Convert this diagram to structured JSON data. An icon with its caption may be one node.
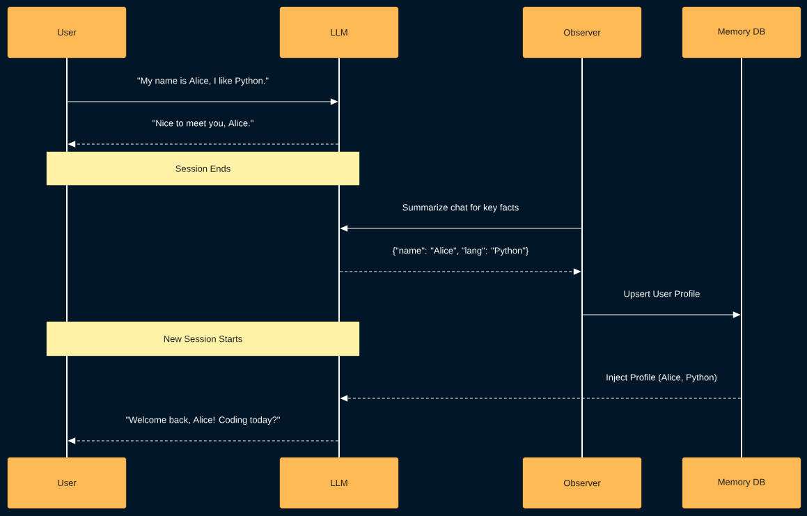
{
  "diagram": {
    "nodes": [
      {
        "text": [
          "User"
        ]
      },
      {
        "text": [
          "LLM"
        ]
      },
      {
        "text": [
          "Observer"
        ]
      },
      {
        "text": [
          "Memory DB"
        ]
      },
      {
        "text": [],
        "shape": "bar"
      },
      {
        "text": [],
        "shape": "bar"
      },
      {
        "text": [],
        "shape": "bar"
      },
      {
        "text": [],
        "shape": "bar"
      },
      {
        "text": [
          "Session Ends"
        ]
      },
      {
        "text": [
          "New Session Starts"
        ]
      },
      {
        "text": [
          "User"
        ]
      },
      {
        "text": [
          "LLM"
        ]
      },
      {
        "text": [
          "Observer"
        ]
      },
      {
        "text": [
          "Memory DB"
        ]
      }
    ],
    "edges": [
      {
        "from": 4,
        "to": 5,
        "arrow": "to",
        "label": "\"My name is Alice, I like Python.\""
      },
      {
        "from": 5,
        "to": 4,
        "arrow": "to",
        "label": "\"Nice to meet you, Alice.\"",
        "style": "dashed"
      },
      {
        "from": 6,
        "to": 5,
        "arrow": "to",
        "label": "Summarize chat for key facts"
      },
      {
        "from": 5,
        "to": 6,
        "arrow": "to",
        "label": "{\"name\": \"Alice\", \"lang\": \"Python\"}",
        "style": "dashed"
      },
      {
        "from": 6,
        "to": 7,
        "arrow": "to",
        "label": "Upsert User Profile"
      },
      {
        "from": 7,
        "to": 5,
        "arrow": "to",
        "label": "Inject Profile (Alice, Python)",
        "style": "dashed"
      },
      {
        "from": 5,
        "to": 4,
        "arrow": "to",
        "label": "\"Welcome back, Alice! Coding today?\"",
        "style": "dashed"
      }
    ]
  }
}
